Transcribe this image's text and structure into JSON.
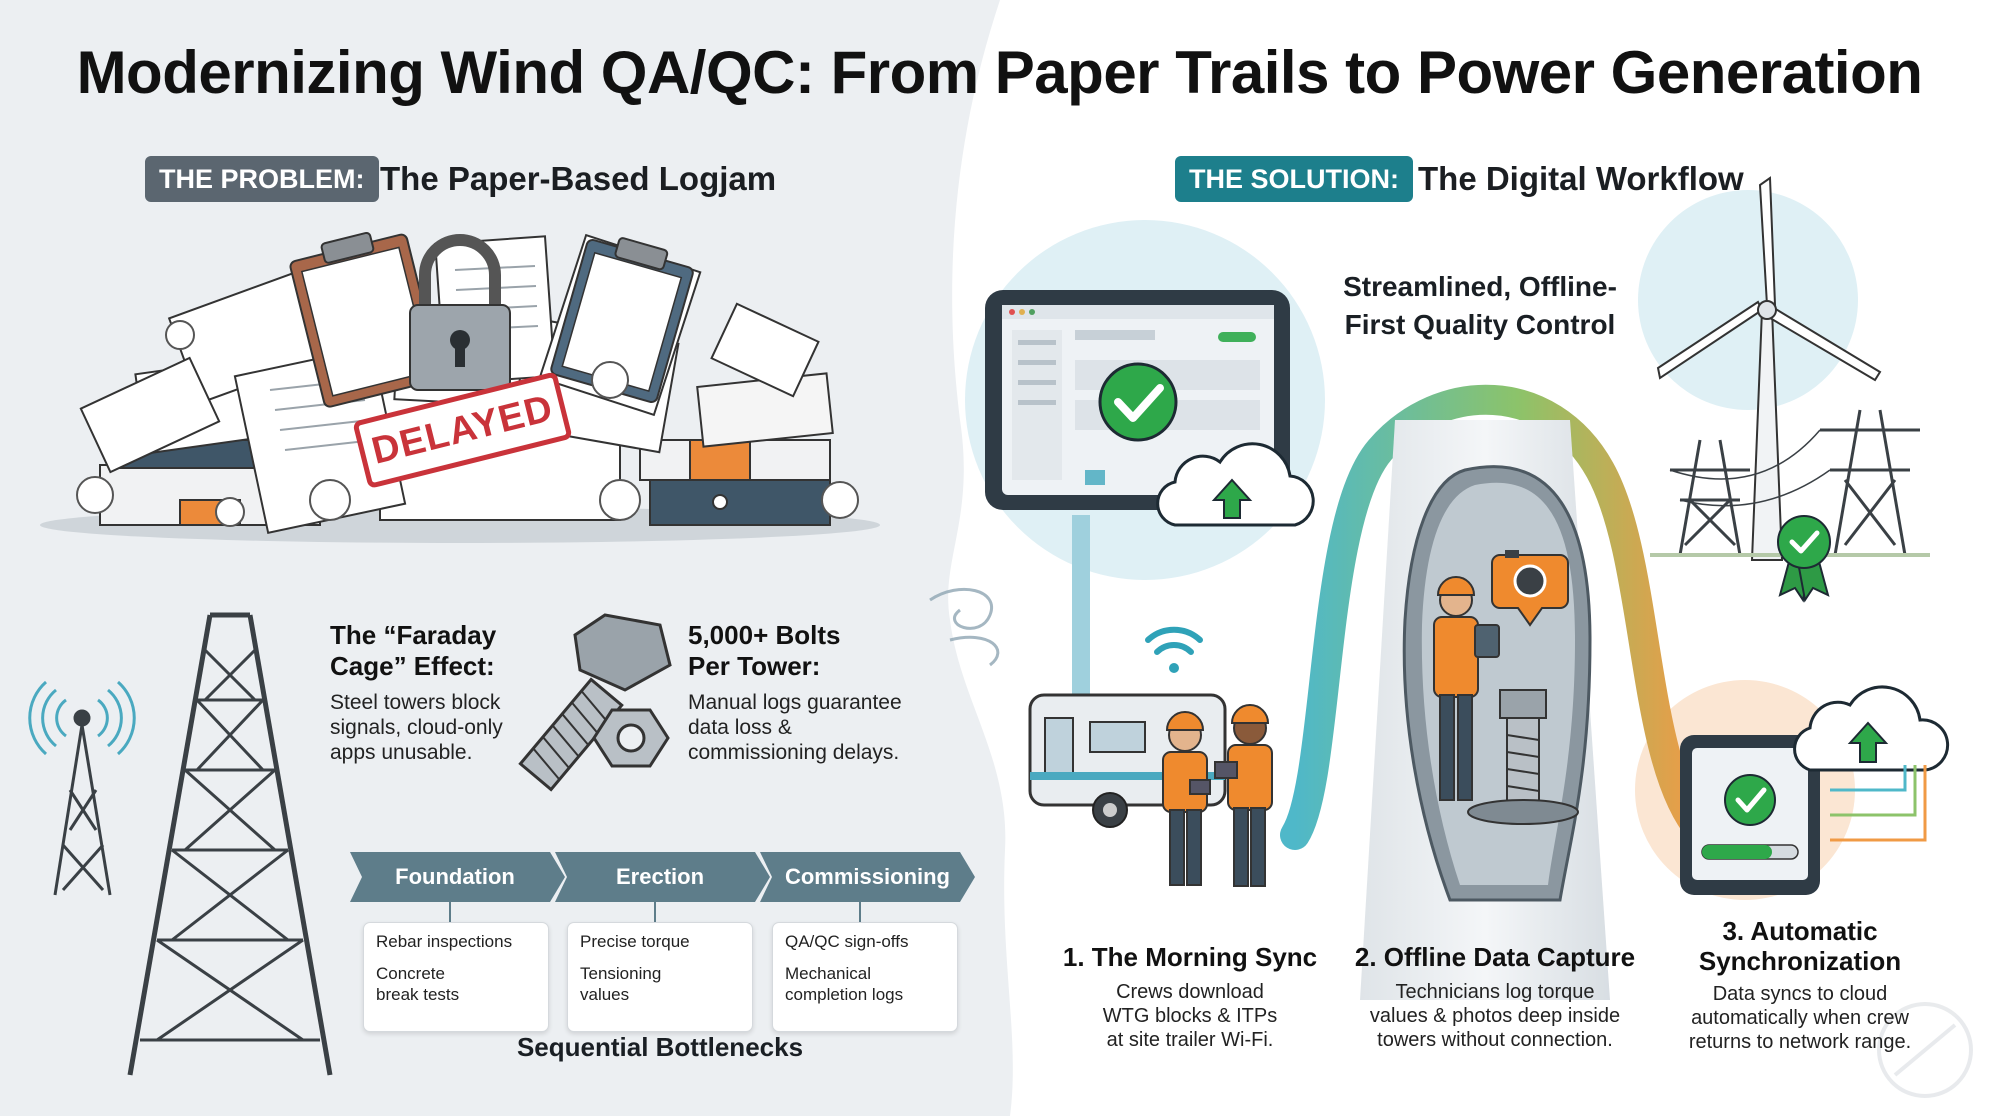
{
  "title": "Modernizing Wind QA/QC: From Paper Trails to Power Generation",
  "problem": {
    "badge": "THE PROBLEM:",
    "heading": "The Paper-Based Logjam",
    "stamp": "DELAYED",
    "callouts": [
      {
        "title_line1": "The “Faraday",
        "title_line2": "Cage” Effect:",
        "body": [
          "Steel towers block",
          "signals, cloud-only",
          "apps unusable."
        ]
      },
      {
        "title_line1": "5,000+ Bolts",
        "title_line2": "Per Tower:",
        "body": [
          "Manual logs guarantee",
          "data loss &",
          "commissioning delays."
        ]
      }
    ],
    "stages": [
      {
        "label": "Foundation",
        "tasks": [
          [
            "Rebar inspections"
          ],
          [
            "Concrete",
            "break tests"
          ]
        ]
      },
      {
        "label": "Erection",
        "tasks": [
          [
            "Precise torque"
          ],
          [
            "Tensioning",
            "values"
          ]
        ]
      },
      {
        "label": "Commissioning",
        "tasks": [
          [
            "QA/QC sign-offs"
          ],
          [
            "Mechanical",
            "completion logs"
          ]
        ]
      }
    ],
    "bottleneck_caption": "Sequential Bottlenecks"
  },
  "solution": {
    "badge": "THE SOLUTION:",
    "heading": "The Digital Workflow",
    "subheading": [
      "Streamlined, Offline-",
      "First Quality Control"
    ],
    "steps": [
      {
        "title": [
          "1. The Morning Sync"
        ],
        "body": [
          "Crews download",
          "WTG blocks & ITPs",
          "at site trailer Wi-Fi."
        ]
      },
      {
        "title": [
          "2. Offline Data Capture"
        ],
        "body": [
          "Technicians log torque",
          "values & photos deep inside",
          "towers without connection."
        ]
      },
      {
        "title": [
          "3. Automatic",
          "Synchronization"
        ],
        "body": [
          "Data syncs to cloud",
          "automatically when crew",
          "returns to network range."
        ]
      }
    ]
  },
  "colors": {
    "problem_badge": "#5b6670",
    "solution_badge": "#1d7f8c",
    "stage_arrow": "#5e7d8a",
    "delayed_red": "#c9333a",
    "check_green": "#2ea84a",
    "flow_start": "#4fb8c9",
    "flow_end": "#f09a45"
  }
}
